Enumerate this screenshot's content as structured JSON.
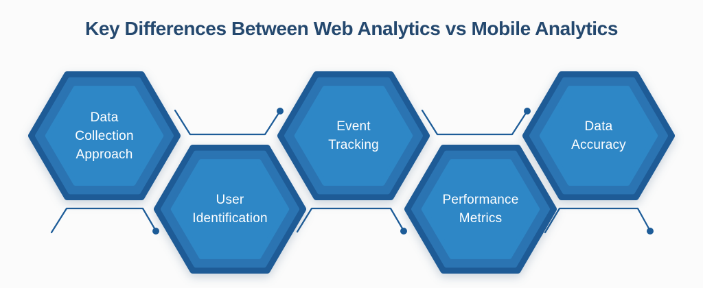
{
  "title": "Key Differences Between Web Analytics vs Mobile Analytics",
  "hexagons": [
    {
      "name": "data-collection-approach",
      "label": "Data\nCollection\nApproach"
    },
    {
      "name": "user-identification",
      "label": "User\nIdentification"
    },
    {
      "name": "event-tracking",
      "label": "Event\nTracking"
    },
    {
      "name": "performance-metrics",
      "label": "Performance\nMetrics"
    },
    {
      "name": "data-accuracy",
      "label": "Data\nAccuracy"
    }
  ],
  "colors": {
    "background": "#fbfbfb",
    "title_text": "#24486e",
    "hex_border": "#1e5b96",
    "hex_bevel": "#2b74b2",
    "hex_fill": "#2e87c6",
    "hex_text": "#ffffff",
    "connector": "#1d5c98"
  }
}
